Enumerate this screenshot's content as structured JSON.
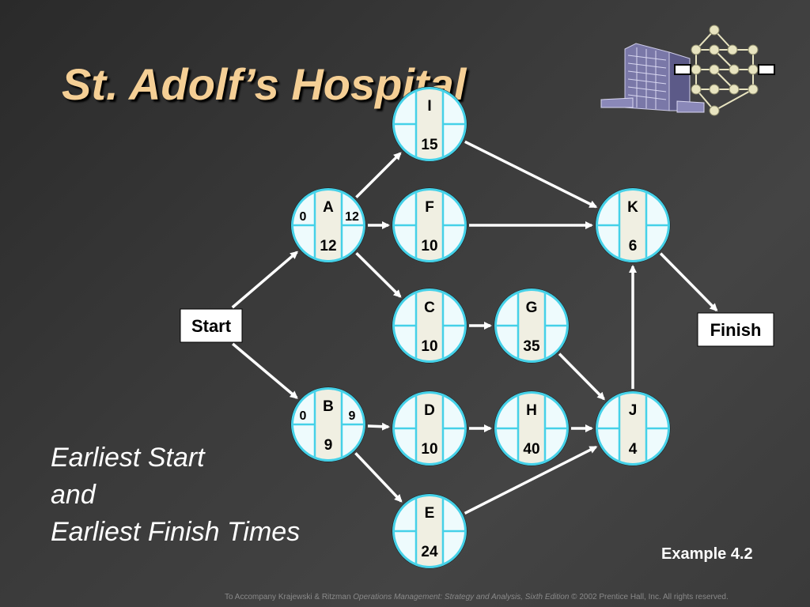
{
  "title": "St. Adolf’s Hospital",
  "legend": [
    "Earliest Start",
    "and",
    "Earliest Finish Times"
  ],
  "example_label": "Example 4.2",
  "footer": {
    "prefix": "To Accompany Krajewski & Ritzman ",
    "book": "Operations Management: Strategy and Analysis, Sixth Edition",
    "suffix": " © 2002 Prentice Hall, Inc. All rights reserved."
  },
  "diagram": {
    "start_label": "Start",
    "finish_label": "Finish",
    "nodes": [
      {
        "id": "A",
        "duration": "12",
        "es": "0",
        "ef": "12"
      },
      {
        "id": "B",
        "duration": "9",
        "es": "0",
        "ef": "9"
      },
      {
        "id": "C",
        "duration": "10"
      },
      {
        "id": "D",
        "duration": "10"
      },
      {
        "id": "E",
        "duration": "24"
      },
      {
        "id": "F",
        "duration": "10"
      },
      {
        "id": "G",
        "duration": "35"
      },
      {
        "id": "H",
        "duration": "40"
      },
      {
        "id": "I",
        "duration": "15"
      },
      {
        "id": "J",
        "duration": "4"
      },
      {
        "id": "K",
        "duration": "6"
      }
    ],
    "edges": [
      [
        "Start",
        "A"
      ],
      [
        "Start",
        "B"
      ],
      [
        "A",
        "I"
      ],
      [
        "A",
        "F"
      ],
      [
        "A",
        "C"
      ],
      [
        "B",
        "D"
      ],
      [
        "B",
        "E"
      ],
      [
        "C",
        "G"
      ],
      [
        "D",
        "H"
      ],
      [
        "G",
        "J"
      ],
      [
        "H",
        "J"
      ],
      [
        "E",
        "J"
      ],
      [
        "I",
        "K"
      ],
      [
        "F",
        "K"
      ],
      [
        "J",
        "K"
      ],
      [
        "K",
        "Finish"
      ]
    ],
    "colors": {
      "node_fill": "#f0efe2",
      "node_ring": "#45d1e8",
      "arrow": "#ffffff",
      "title": "#f5cf95"
    }
  }
}
